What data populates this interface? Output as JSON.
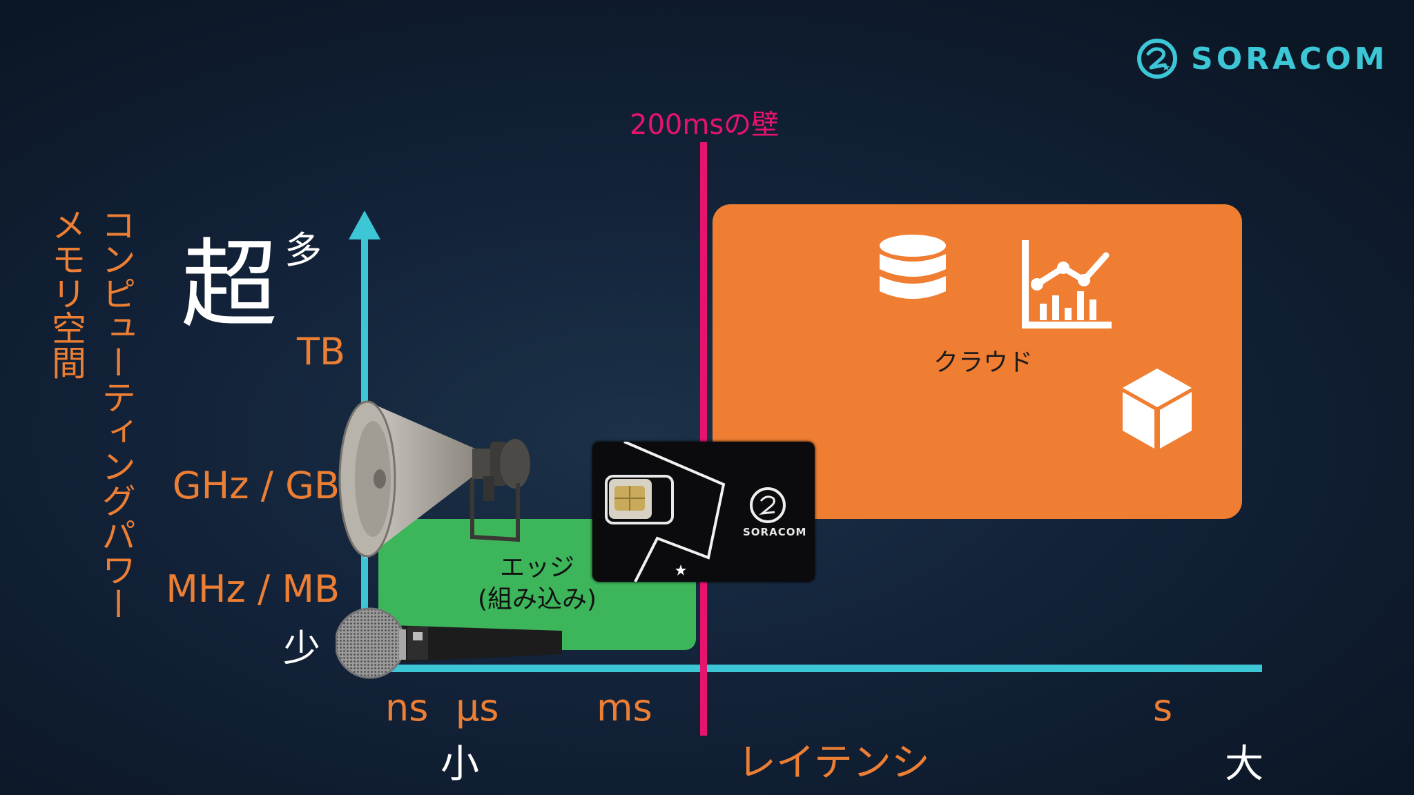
{
  "brand": {
    "name": "SORACOM",
    "accent": "#3cc6d6"
  },
  "wall": {
    "label": "200msの壁",
    "color": "#e8136e"
  },
  "y_axis": {
    "title_line1": "コンピューティングパワー",
    "title_line2": "メモリ空間",
    "top_label_big": "超",
    "top_label": "多",
    "bottom_label": "少",
    "ticks": [
      "TB",
      "GHz / GB",
      "MHz / MB"
    ]
  },
  "x_axis": {
    "title": "レイテンシ",
    "small_label": "小",
    "large_label": "大",
    "ticks": [
      "ns",
      "µs",
      "ms",
      "s"
    ]
  },
  "regions": {
    "edge": {
      "line1": "エッジ",
      "line2": "(組み込み)",
      "color": "#3db55a"
    },
    "cloud": {
      "label": "クラウド",
      "color": "#ef7e32",
      "icons": [
        "database-icon",
        "analytics-chart-icon",
        "cube-icon"
      ]
    }
  },
  "sim_card": {
    "brand": "SORACOM"
  },
  "colors": {
    "axis": "#3cc6d6",
    "label_orange": "#ed7f34"
  }
}
